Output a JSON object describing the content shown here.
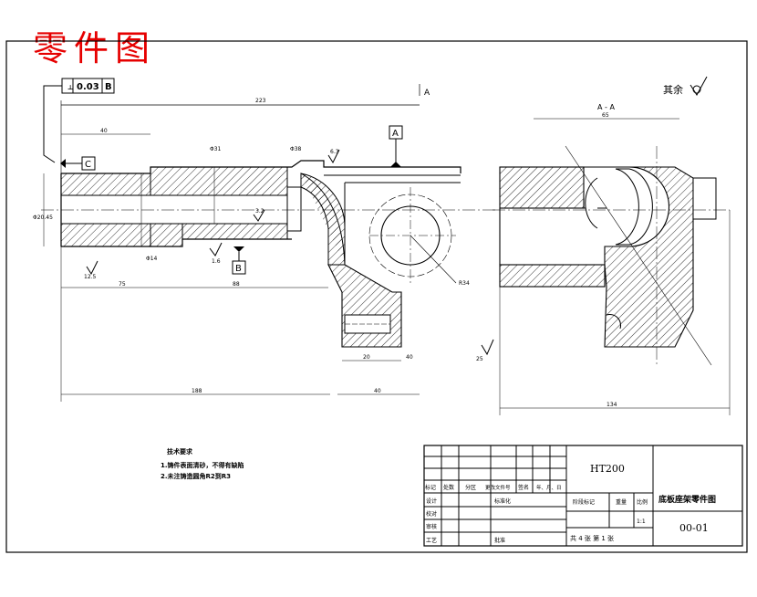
{
  "page_title": "零件图",
  "tolerance_frame": {
    "symbol": "⊥",
    "value": "0.03",
    "datum": "B"
  },
  "datums": {
    "a": "A",
    "b": "B",
    "c": "C"
  },
  "section_label": "A - A",
  "cut_marker": "A",
  "remaining_roughness": "其余",
  "dims": {
    "overall_length": "223",
    "left_top_len": "40",
    "left_mid_len": "75",
    "center_len": "88",
    "bottom_len": "188",
    "bottom_right_len": "40",
    "bottom_small_1": "20",
    "bottom_small_2": "40",
    "section_width": "134",
    "section_top": "65",
    "height_left": "Φ20.45",
    "dia_1": "Φ14",
    "dia_2": "Φ31",
    "dia_3": "Φ38",
    "radius_big": "R34",
    "roughness_1": "12.5",
    "roughness_2": "6.3",
    "roughness_3": "3.2",
    "roughness_4": "1.6",
    "roughness_5": "25"
  },
  "notes": {
    "title": "技术要求",
    "items": [
      "1.铸件表面清砂，不得有缺陷",
      "2.未注铸造圆角R2到R3"
    ]
  },
  "title_block": {
    "material": "HT200",
    "part_name": "底板座架零件图",
    "drawing_no": "00-01",
    "scale": "1:1",
    "sheets": "共 4 张   第 1 张",
    "row_labels": [
      "标记",
      "设计",
      "校对",
      "审核",
      "工艺"
    ],
    "header_cells": [
      "处数",
      "分区",
      "更改文件号",
      "签名",
      "年、月、日"
    ],
    "std_label": "标准化",
    "approve_label": "批准",
    "stage_label": "阶段标记",
    "weight_label": "重量",
    "scale_label": "比例"
  }
}
